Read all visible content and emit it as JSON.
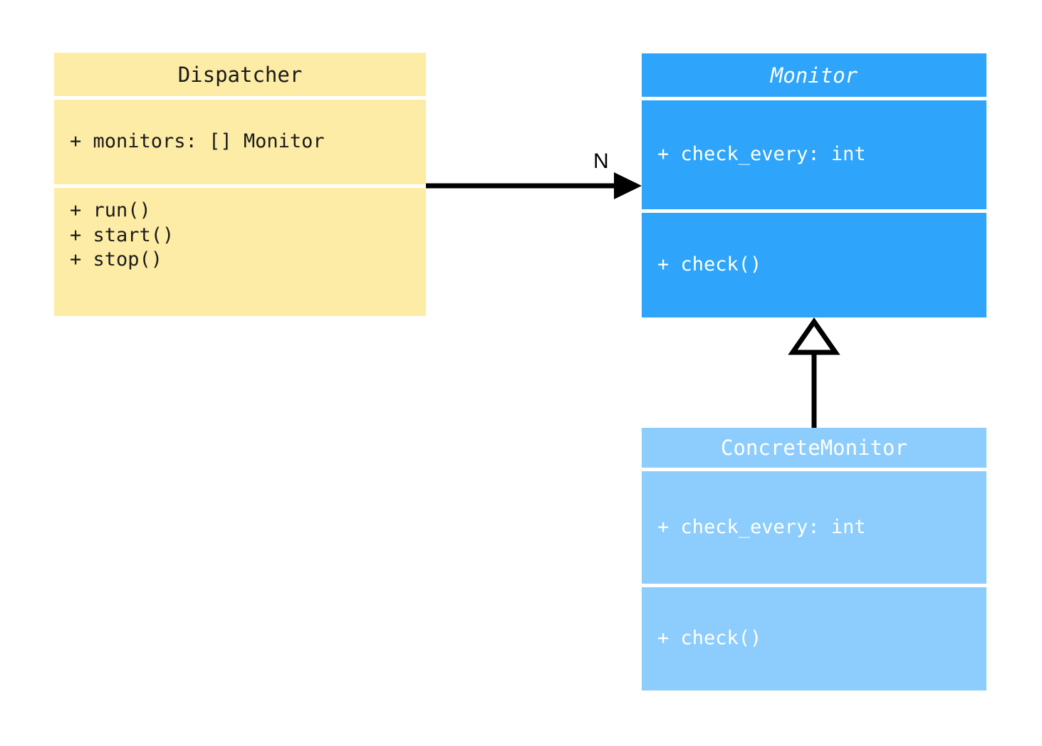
{
  "diagram": {
    "title": "Monitor dispatch UML class diagram",
    "type": "uml-class-diagram",
    "background": "#ffffff"
  },
  "classes": [
    {
      "id": "dispatcher",
      "name": "Dispatcher",
      "abstract": false,
      "fill": "#fdeca5",
      "text_color": "#1a1a1a",
      "attributes": [
        "+ monitors: [] Monitor"
      ],
      "methods": [
        "+ run()",
        "+ start()",
        "+ stop()"
      ]
    },
    {
      "id": "monitor",
      "name": "Monitor",
      "abstract": true,
      "fill": "#2ea4fb",
      "text_color": "#ffffff",
      "attributes": [
        "+ check_every: int"
      ],
      "methods": [
        "+ check()"
      ]
    },
    {
      "id": "concretemonitor",
      "name": "ConcreteMonitor",
      "abstract": false,
      "fill": "#8ccdfd",
      "text_color": "#ffffff",
      "attributes": [
        "+ check_every: int"
      ],
      "methods": [
        "+ check()"
      ]
    }
  ],
  "relations": [
    {
      "id": "association",
      "kind": "association",
      "from": "Dispatcher",
      "to": "Monitor",
      "label": "N",
      "arrowhead": "filled-triangle",
      "line": "solid",
      "color": "#000000"
    },
    {
      "id": "inheritance",
      "kind": "generalization",
      "from": "ConcreteMonitor",
      "to": "Monitor",
      "label": "",
      "arrowhead": "hollow-triangle",
      "line": "solid",
      "color": "#000000"
    }
  ]
}
